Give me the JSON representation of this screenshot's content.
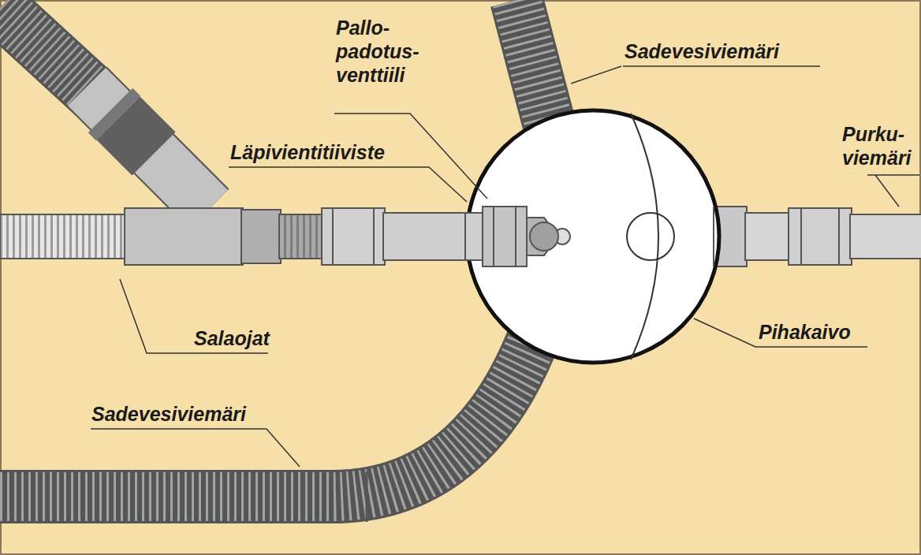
{
  "diagram": {
    "labels": [
      "Pallo- padotus- venttiili",
      "Sadevesiviemäri",
      "Läpivientitiiviste",
      "Purku- viemäri",
      "Salaojat",
      "Pihakaivo",
      "Sadevesiviemäri"
    ]
  }
}
